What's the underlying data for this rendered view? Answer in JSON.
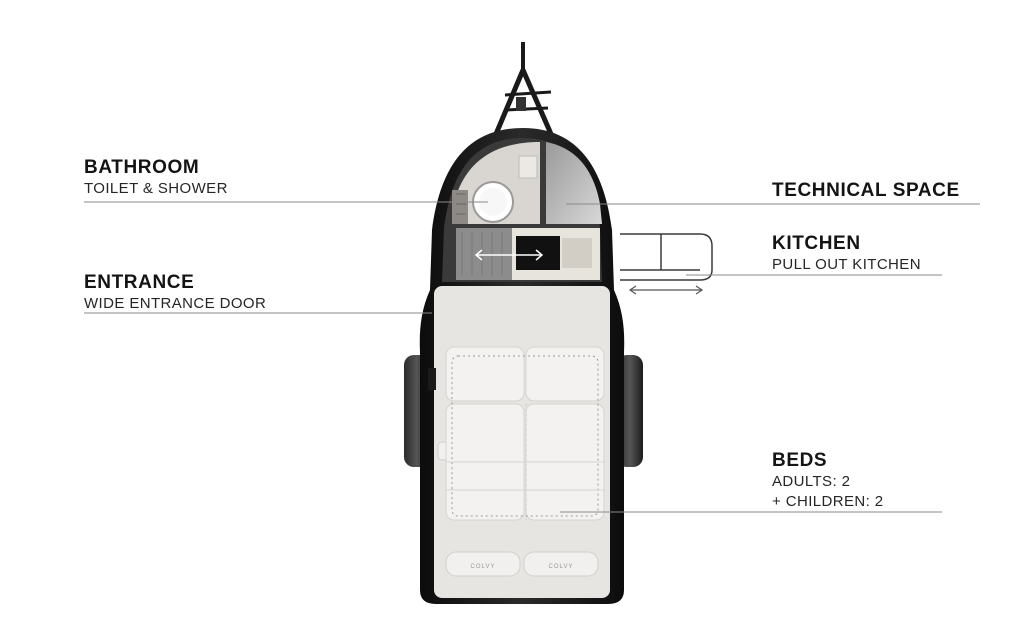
{
  "labels": {
    "bathroom": {
      "title": "BATHROOM",
      "sub": "TOILET & SHOWER"
    },
    "technical": {
      "title": "TECHNICAL SPACE"
    },
    "kitchen": {
      "title": "KITCHEN",
      "sub": "PULL OUT KITCHEN"
    },
    "entrance": {
      "title": "ENTRANCE",
      "sub": "WIDE ENTRANCE DOOR"
    },
    "beds": {
      "title": "BEDS",
      "sub1": "ADULTS: 2",
      "sub2": "+ CHILDREN: 2"
    }
  },
  "pillow_text": "COLVY",
  "colors": {
    "shell": "#151515",
    "floor": "#e6e4e1",
    "wall": "#cfcfcf",
    "cushion": "#f2f1ef",
    "lines": "#8a8a8a",
    "text": "#141414"
  }
}
